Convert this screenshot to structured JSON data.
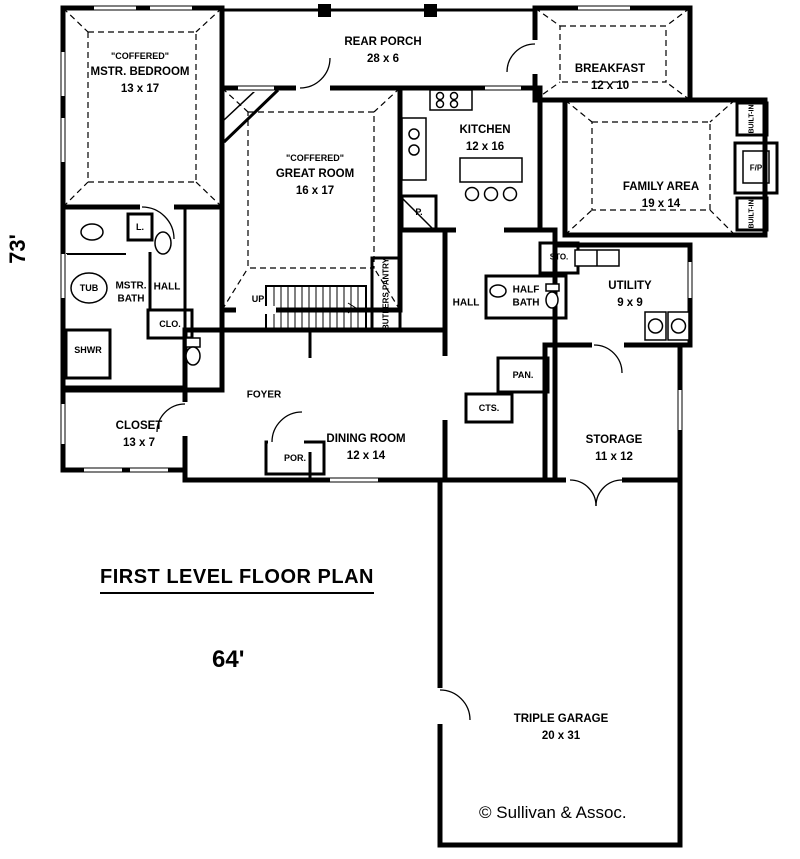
{
  "plan": {
    "title": "FIRST LEVEL FLOOR PLAN",
    "width_dimension": "64'",
    "height_dimension": "73'",
    "copyright": "© Sullivan & Assoc."
  },
  "rooms": {
    "rear_porch": {
      "name": "REAR PORCH",
      "size": "28 x 6"
    },
    "master_bedroom": {
      "note": "\"COFFERED\"",
      "name": "MSTR. BEDROOM",
      "size": "13 x 17"
    },
    "breakfast": {
      "name": "BREAKFAST",
      "size": "12 x 10"
    },
    "kitchen": {
      "name": "KITCHEN",
      "size": "12 x 16"
    },
    "great_room": {
      "note": "\"COFFERED\"",
      "name": "GREAT ROOM",
      "size": "16 x 17"
    },
    "family_area": {
      "name": "FAMILY AREA",
      "size": "19 x 14"
    },
    "master_bath": {
      "name": "MSTR. BATH"
    },
    "hall_left": {
      "name": "HALL"
    },
    "hall_center": {
      "name": "HALL"
    },
    "half_bath": {
      "name": "HALF BATH"
    },
    "utility": {
      "name": "UTILITY",
      "size": "9 x 9"
    },
    "butlers_pantry": {
      "name": "BUTLERS PANTRY"
    },
    "closet": {
      "name": "CLOSET",
      "size": "13 x 7"
    },
    "foyer": {
      "name": "FOYER"
    },
    "dining_room": {
      "name": "DINING ROOM",
      "size": "12 x 14"
    },
    "storage": {
      "name": "STORAGE",
      "size": "11 x 12"
    },
    "triple_garage": {
      "name": "TRIPLE GARAGE",
      "size": "20 x 31"
    }
  },
  "features": {
    "tub": "TUB",
    "shower": "SHWR",
    "closet_abbr": "CLO.",
    "linen": "L.",
    "pantry_abbr": "P.",
    "pantry": "PAN.",
    "coats": "CTS.",
    "storage_abbr": "STO.",
    "porch_abbr": "POR.",
    "fireplace": "F/P",
    "stairs_up": "UP",
    "built_in_upper": "BUILT-IN",
    "built_in_lower": "BUILT-IN"
  }
}
